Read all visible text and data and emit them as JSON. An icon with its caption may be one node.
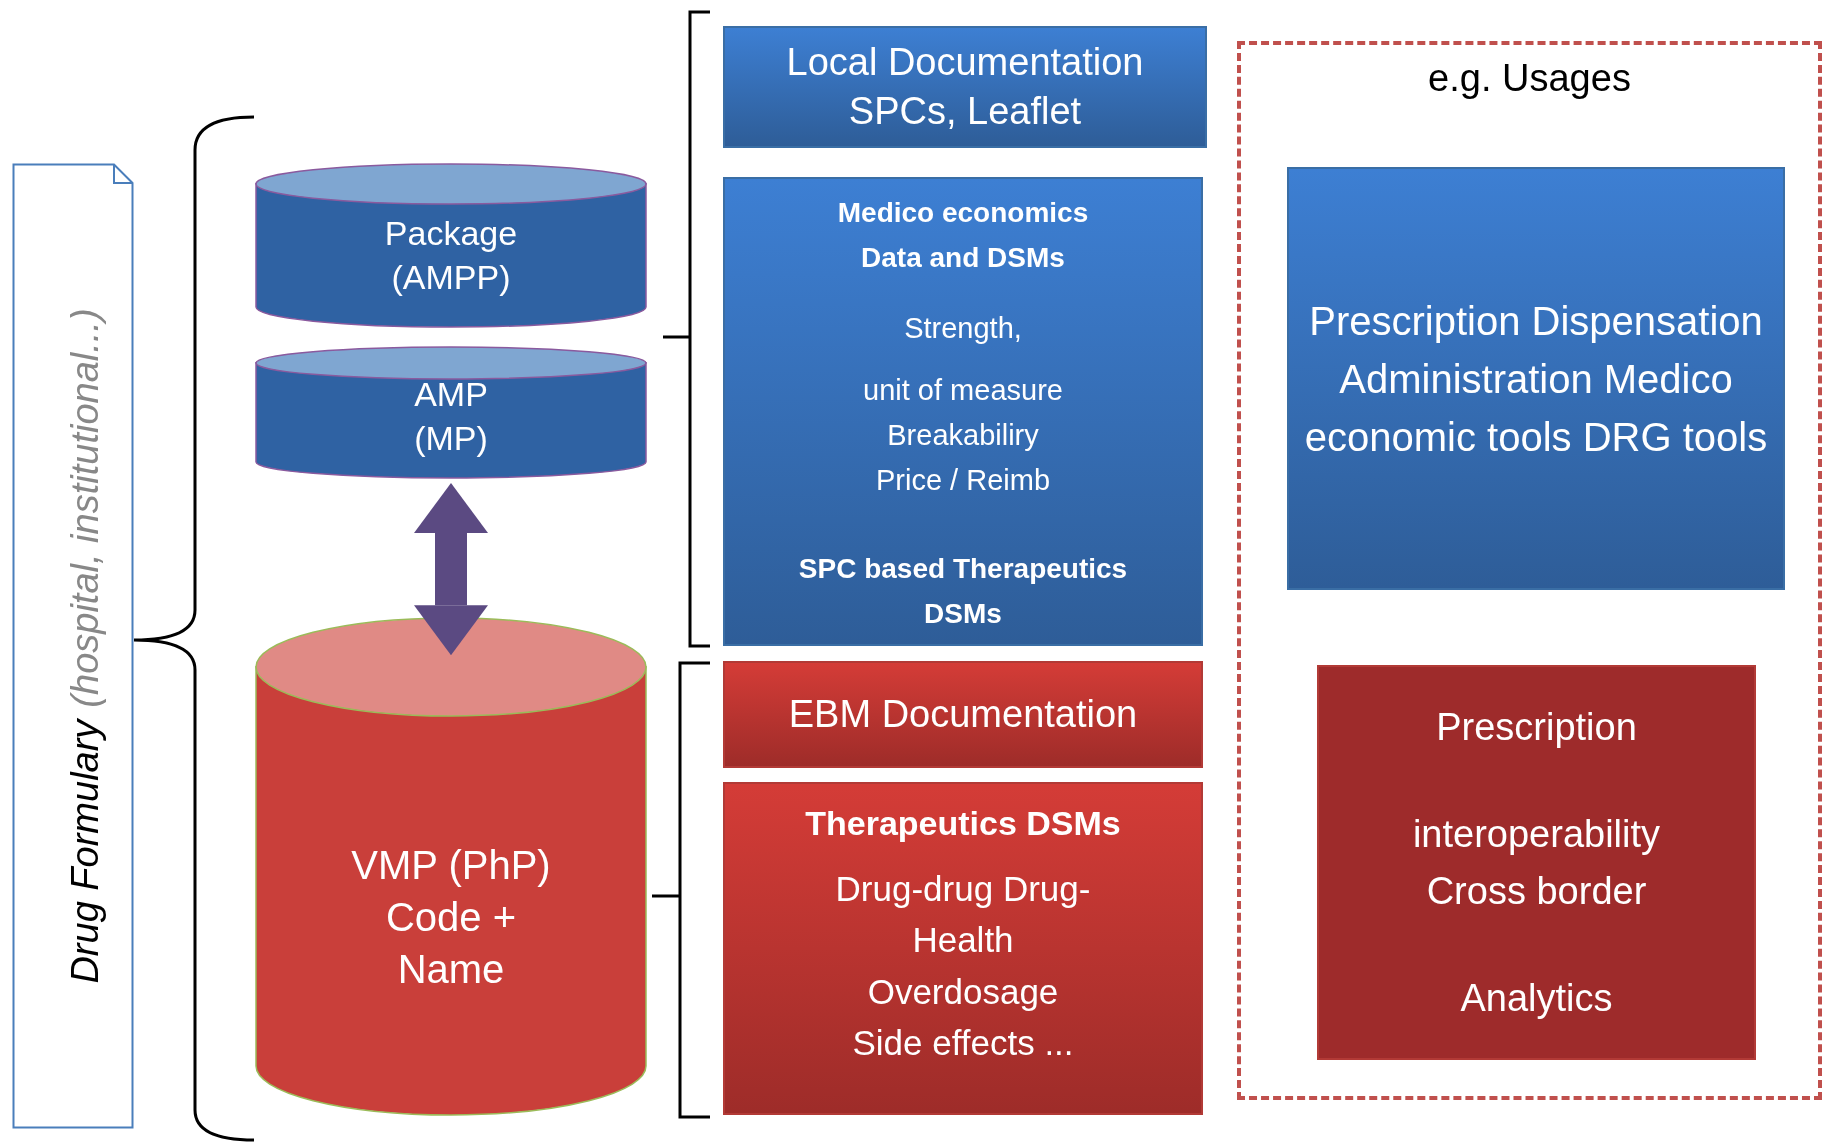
{
  "diagram": {
    "nodes": [
      {
        "text": [
          "Drug Formulary",
          "(hospital, institutional...)"
        ]
      },
      {
        "text": [
          "Package (AMPP)"
        ]
      },
      {
        "text": [
          "AMP (MP)"
        ]
      },
      {
        "text": [
          "VMP (PhP) Code + Name"
        ]
      },
      {
        "text": [
          "Local Documentation SPCs, Leaflet"
        ]
      },
      {
        "text": [
          "Medico economics Data and DSMs",
          "Strength,",
          "unit of measure Breakabiliry Price / Reimb",
          "SPC based Therapeutics DSMs"
        ]
      },
      {
        "text": [
          "EBM Documentation"
        ]
      },
      {
        "text": [
          "Therapeutics  DSMs",
          "Drug-drug Drug-Health Overdosage Side effects ..."
        ]
      },
      {
        "text": [
          "e.g. Usages"
        ]
      },
      {
        "text": [
          "Prescription Dispensation Administration Medico economic tools DRG tools"
        ],
        "in": 8
      },
      {
        "text": [
          "Prescription",
          "interoperability Cross border",
          "Analytics"
        ],
        "in": 8
      }
    ],
    "edges": [
      {
        "from": 2,
        "to": 3,
        "arrow": "both"
      }
    ]
  }
}
